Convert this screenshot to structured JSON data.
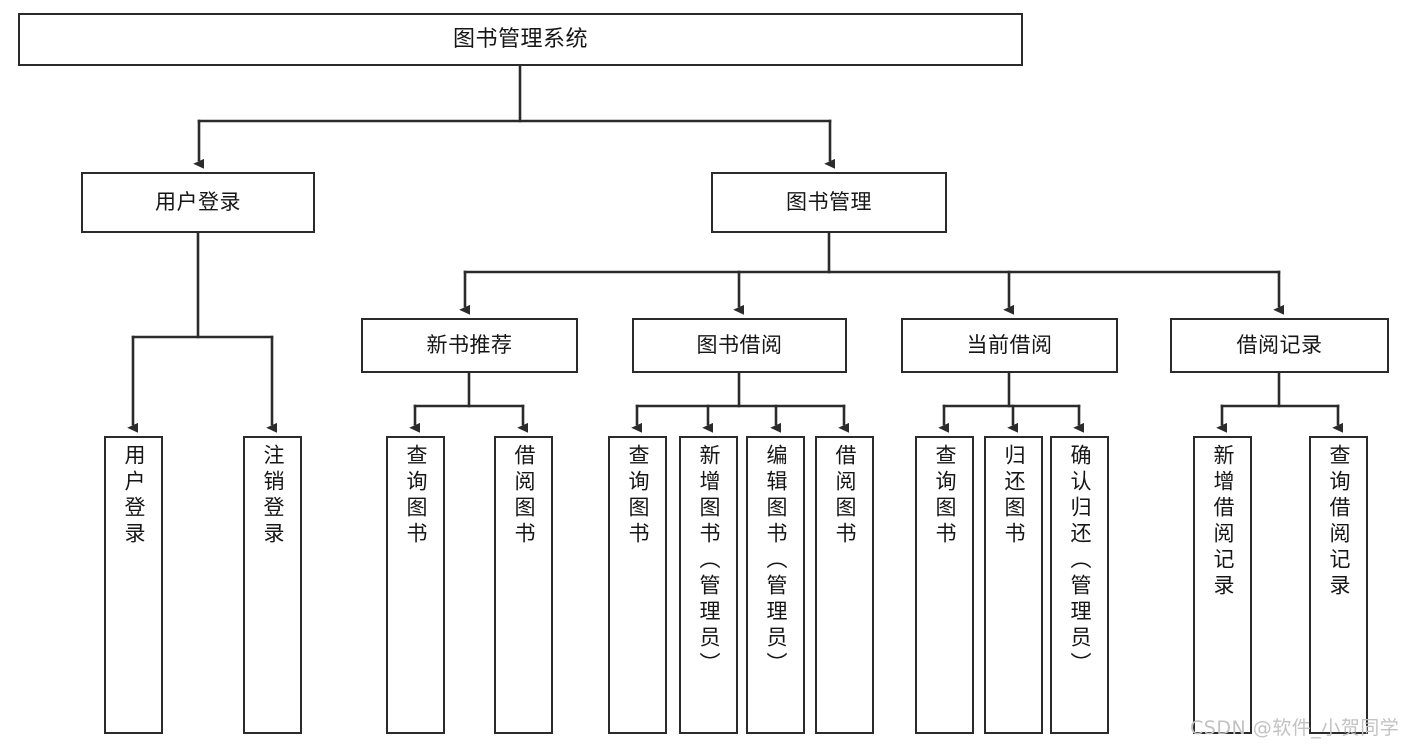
{
  "diagram": {
    "title": "图书管理系统",
    "type": "tree",
    "colors": {
      "node_border": "#2b2b2b",
      "node_fill": "#ffffff",
      "edge": "#2b2b2b",
      "text": "#161616",
      "watermark": "#c2c2c2",
      "background": "#ffffff"
    },
    "root": {
      "label": "图书管理系统"
    },
    "level1": [
      {
        "label": "用户登录"
      },
      {
        "label": "图书管理"
      }
    ],
    "level2": [
      {
        "label": "新书推荐"
      },
      {
        "label": "图书借阅"
      },
      {
        "label": "当前借阅"
      },
      {
        "label": "借阅记录"
      }
    ],
    "leaves": {
      "user_login": [
        {
          "label": "用户登录"
        },
        {
          "label": "注销登录"
        }
      ],
      "new_book_recommend": [
        {
          "label": "查询图书"
        },
        {
          "label": "借阅图书"
        }
      ],
      "book_borrow": [
        {
          "label": "查询图书"
        },
        {
          "label": "新增图书（管理员）"
        },
        {
          "label": "编辑图书（管理员）"
        },
        {
          "label": "借阅图书"
        }
      ],
      "current_borrow": [
        {
          "label": "查询图书"
        },
        {
          "label": "归还图书"
        },
        {
          "label": "确认归还（管理员）"
        }
      ],
      "borrow_record": [
        {
          "label": "新增借阅记录"
        },
        {
          "label": "查询借阅记录"
        }
      ]
    }
  },
  "watermark": {
    "text": "CSDN @软件_小贺同学"
  }
}
